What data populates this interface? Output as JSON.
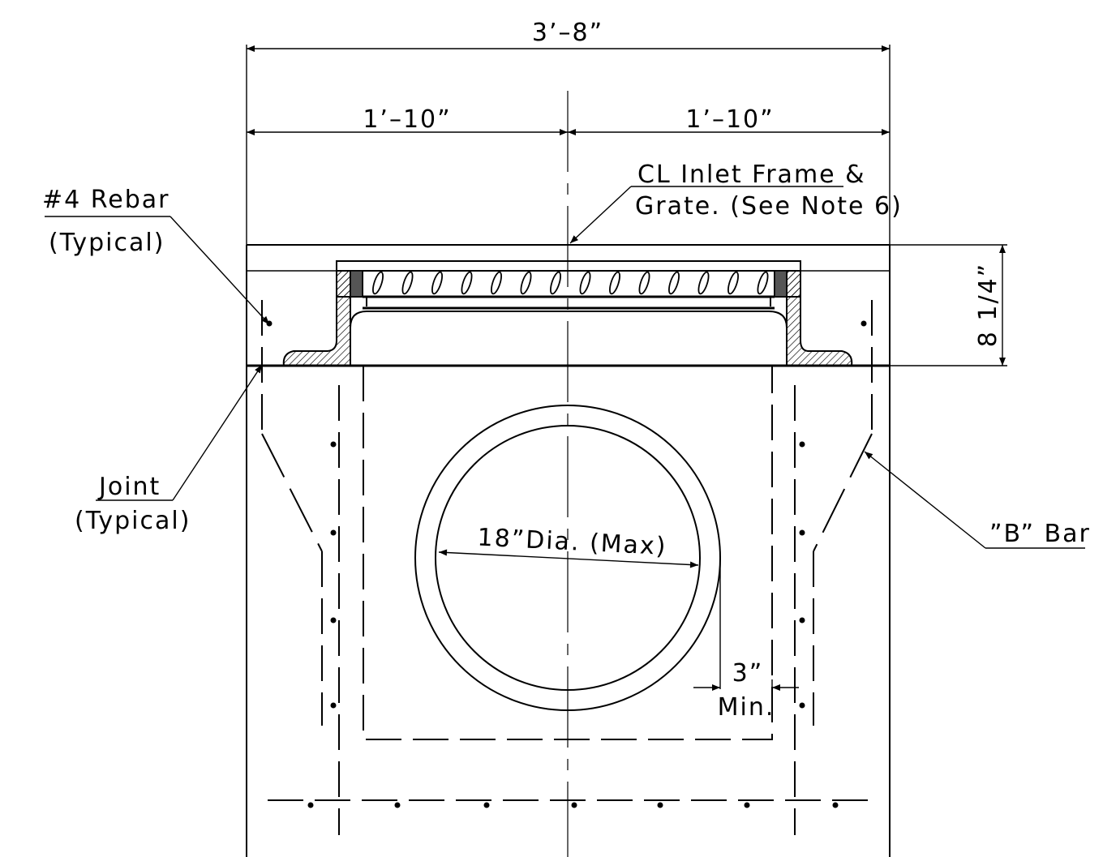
{
  "dimensions": {
    "overall_width": "3’–8”",
    "left_half": "1’–10”",
    "right_half": "1’–10”",
    "frame_height": "8 1/4”",
    "pipe_diameter": "18”Dia. (Max)",
    "clearance_value": "3”",
    "clearance_note": "Min."
  },
  "callouts": {
    "rebar_line1": "#4 Rebar",
    "rebar_line2": "(Typical)",
    "centerline_line1": "CL Inlet Frame &",
    "centerline_line2": "Grate. (See Note 6)",
    "joint_line1": "Joint",
    "joint_line2": "(Typical)",
    "b_bar": "”B” Bar"
  }
}
